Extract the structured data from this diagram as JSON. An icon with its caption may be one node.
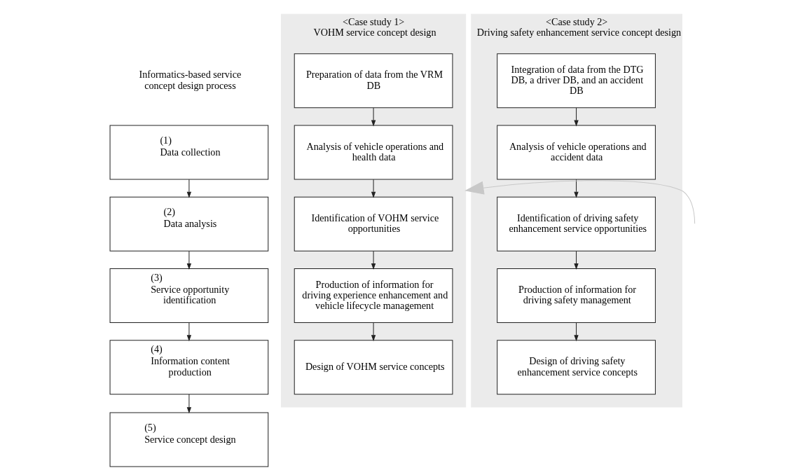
{
  "diagram": {
    "nodes": [
      {
        "text": [
          "(1)",
          "Data collection"
        ]
      },
      {
        "text": [
          "(2)",
          "Data analysis"
        ]
      },
      {
        "text": [
          "(3)",
          "Service opportunity identification"
        ]
      },
      {
        "text": [
          "(4)",
          "Information content production"
        ]
      },
      {
        "text": [
          "(5)",
          "Service concept design"
        ]
      },
      {
        "text": [
          "<Case study 1>",
          "VOHM service concept design"
        ]
      },
      {
        "text": [
          "Preparation of data from the VRM DB"
        ],
        "in": 5
      },
      {
        "text": [
          "Analysis of vehicle operations and health data"
        ],
        "in": 5
      },
      {
        "text": [
          "Identification of VOHM service opportunities"
        ],
        "in": 5
      },
      {
        "text": [
          "Production of information for driving experience enhancement and vehicle lifecycle management"
        ],
        "in": 5
      },
      {
        "text": [
          "Design of VOHM service concepts"
        ],
        "in": 5
      },
      {
        "text": [
          "<Case study 2>",
          "Driving safety enhancement service concept design"
        ]
      },
      {
        "text": [
          "Integration of data from the DTG DB, a driver DB, and an accident DB"
        ],
        "in": 11
      },
      {
        "text": [
          "Analysis of vehicle operations and accident data"
        ],
        "in": 11
      },
      {
        "text": [
          "Identification of driving safety enhancement service opportunities"
        ],
        "in": 11
      },
      {
        "text": [
          "Production of information for driving safety management"
        ],
        "in": 11
      },
      {
        "text": [
          "Design of driving safety enhancement service concepts"
        ],
        "in": 11
      }
    ],
    "edges": [
      {
        "from": 0,
        "to": 1,
        "arrow": "to"
      },
      {
        "from": 1,
        "to": 2,
        "arrow": "to"
      },
      {
        "from": 2,
        "to": 3,
        "arrow": "to"
      },
      {
        "from": 3,
        "to": 4,
        "arrow": "to"
      },
      {
        "from": 6,
        "to": 7,
        "arrow": "to"
      },
      {
        "from": 7,
        "to": 8,
        "arrow": "to"
      },
      {
        "from": 8,
        "to": 9,
        "arrow": "to"
      },
      {
        "from": 9,
        "to": 10,
        "arrow": "to"
      },
      {
        "from": 12,
        "to": 13,
        "arrow": "to"
      },
      {
        "from": 13,
        "to": 14,
        "arrow": "to"
      },
      {
        "from": 14,
        "to": 15,
        "arrow": "to"
      },
      {
        "from": 15,
        "to": 16,
        "arrow": "to"
      },
      {
        "from": null,
        "to": 5,
        "arrow": "to",
        "color": "#c8c8c8"
      }
    ],
    "labels": [
      "Informatics-based service concept design process"
    ]
  }
}
